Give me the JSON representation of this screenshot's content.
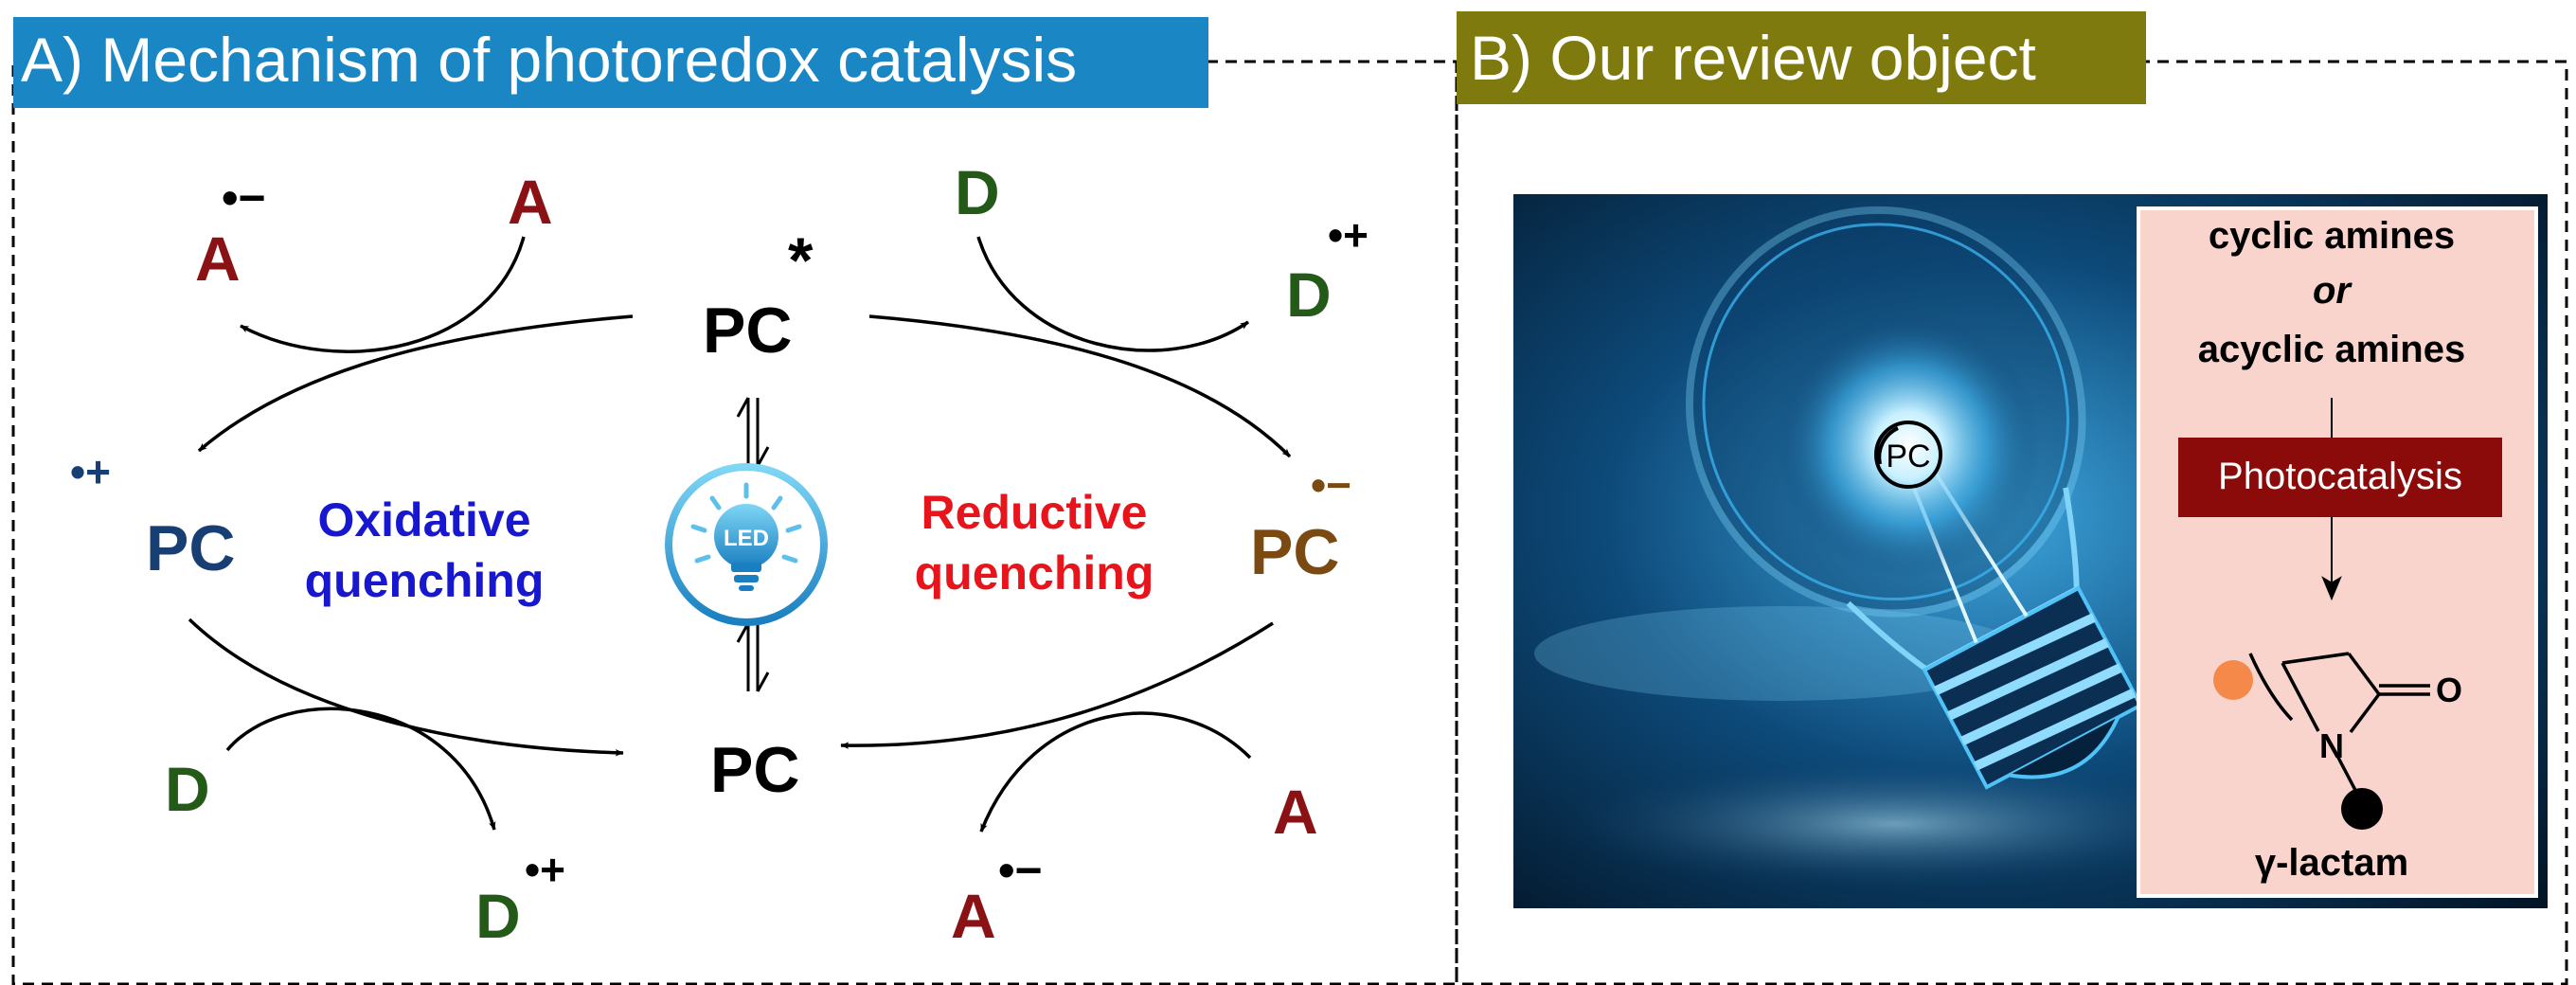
{
  "panel_a": {
    "title": "A) Mechanism of photoredox catalysis",
    "pc_excited": "PC",
    "pc_excited_mark": "*",
    "pc_ground": "PC",
    "pc_oxidized": "PC",
    "pc_oxidized_charge": "•+",
    "pc_reduced": "PC",
    "pc_reduced_charge": "•−",
    "oxidative_label_1": "Oxidative",
    "oxidative_label_2": "quenching",
    "reductive_label_1": "Reductive",
    "reductive_label_2": "quenching",
    "led_label": "LED",
    "acceptor_top": "A",
    "acceptor_top_product": "A",
    "acceptor_top_product_charge": "•−",
    "donor_top": "D",
    "donor_top_product": "D",
    "donor_top_product_charge": "•+",
    "donor_bottom": "D",
    "donor_bottom_product": "D",
    "donor_bottom_product_charge": "•+",
    "acceptor_bottom": "A",
    "acceptor_bottom_product": "A",
    "acceptor_bottom_product_charge": "•−"
  },
  "panel_b": {
    "title": "B) Our review object",
    "bulb_label": "PC",
    "box_line_1": "cyclic amines",
    "box_line_2": "or",
    "box_line_3": "acyclic amines",
    "process": "Photocatalysis",
    "atom_n": "N",
    "atom_o": "O",
    "product": "γ-lactam"
  },
  "colors": {
    "panel_a_header": "#1a87c4",
    "panel_b_header": "#7f7a0e",
    "acceptor": "#8b1214",
    "donor": "#235a17",
    "pc_oxidized": "#173f73",
    "pc_reduced": "#7a4a12",
    "oxidative": "#1717d0",
    "reductive": "#e8141c",
    "box_fill": "#f9d4cd",
    "process_fill": "#8b0a0a"
  }
}
